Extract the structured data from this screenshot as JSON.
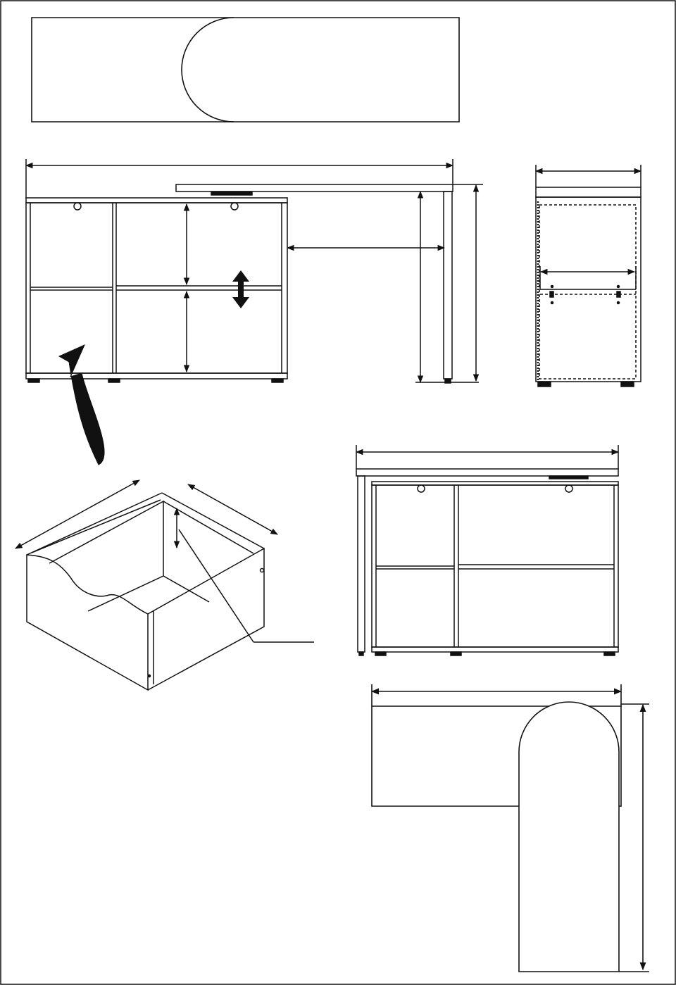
{
  "document": {
    "title": "",
    "line_color": "#111111",
    "paper_color": "#ffffff"
  },
  "views": {
    "top_view_straight": {
      "icon": "desk-top-view-straight"
    },
    "front_view_extended": {
      "icon": "desk-front-view-extended"
    },
    "side_view": {
      "icon": "cabinet-side-view"
    },
    "drawer_detail": {
      "icon": "drawer-isometric"
    },
    "front_view_compact": {
      "icon": "desk-front-view-compact"
    },
    "top_view_corner": {
      "icon": "desk-top-view-corner"
    }
  },
  "dimension_labels": []
}
